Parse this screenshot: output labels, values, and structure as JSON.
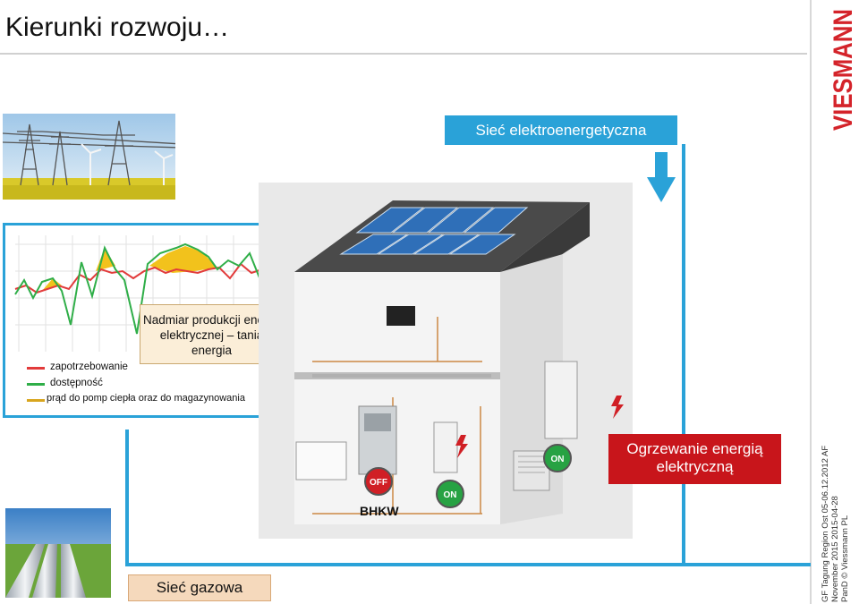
{
  "slide": {
    "title": "Kierunki rozwoju…",
    "logo_text": "VIESMANN",
    "grid_label": "Sieć elektroenergetyczna",
    "gas_label": "Sieć gazowa",
    "heating_label": "Ogrzewanie energią elektryczną",
    "surplus_label": "Nadmiar produkcji energii elektrycznej – tania energia",
    "legend": {
      "demand": "zapotrzebowanie",
      "availability": "dostępność",
      "heatpump": "prąd do pomp ciepła oraz do magazynowania"
    },
    "bhkw_label": "BHKW",
    "off_label": "OFF",
    "on_label": "ON",
    "footer": {
      "line1": "GF Tagung Region Ost 05-06.12.2012 AF",
      "line2": "November 2015   2015-04-28",
      "line3": "PanD  ©  Viessmann PL"
    }
  },
  "colors": {
    "accent_blue": "#2aa2d8",
    "logo_red": "#d4232a",
    "heating_red": "#c8151b",
    "demand_red": "#e23b3b",
    "availability_green": "#2fae48",
    "surplus_yellow": "#f2c21c"
  }
}
